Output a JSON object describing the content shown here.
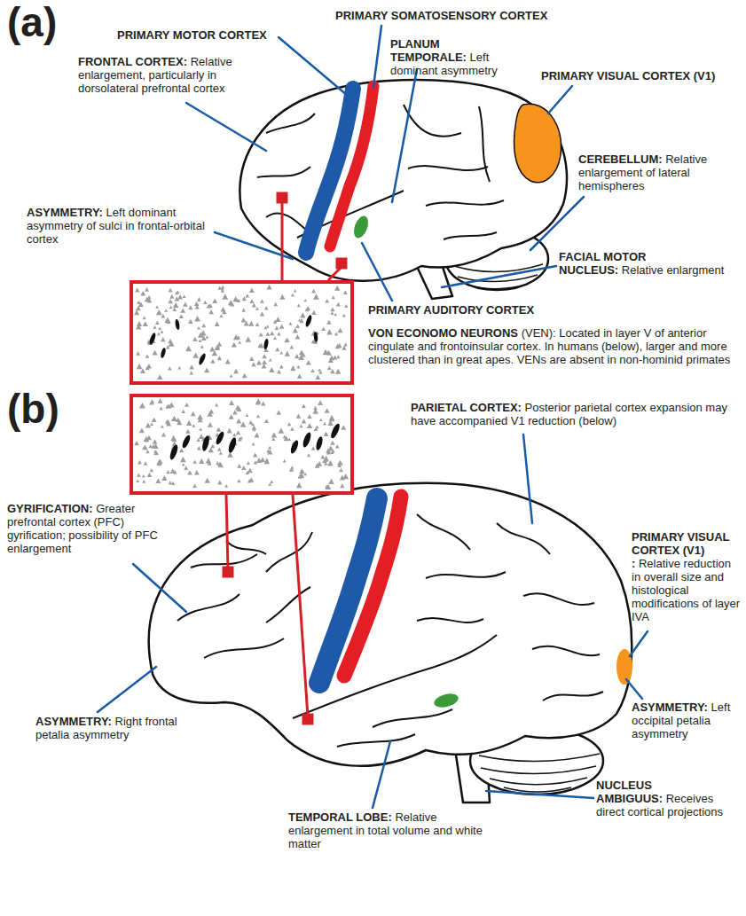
{
  "diagram": {
    "labels": [
      "(a)",
      "PRIMARY MOTOR CORTEX",
      "PRIMARY SOMATOSENSORY CORTEX",
      "FRONTAL CORTEX:",
      "Relative enlargement, particularly in dorsolateral prefrontal cortex",
      "PLANUM TEMPORALE:",
      "Left dominant asymmetry",
      "PRIMARY VISUAL CORTEX (V1)",
      "CEREBELLUM:",
      "Relative enlargement of lateral hemispheres",
      "ASYMMETRY:",
      "Left dominant asymmetry of sulci in frontal-orbital cortex",
      "FACIAL MOTOR NUCLEUS:",
      "Relative enlargment",
      "PRIMARY AUDITORY CORTEX",
      "VON ECONOMO NEURONS",
      "(VEN): Located in layer V of anterior cingulate and frontoinsular cortex. In humans (below), larger and more clustered than in great apes. VENs are absent in non-hominid primates",
      "(b)",
      "PARIETAL CORTEX:",
      "Posterior parietal cortex expansion may have accompanied V1 reduction (below)",
      "GYRIFICATION:",
      "Greater prefrontal cortex (PFC) gyrification; possibility of PFC enlargement",
      "PRIMARY VISUAL CORTEX (V1) :",
      "Relative reduction in overall size and histological modifications of layer IVA",
      "ASYMMETRY:",
      "Left occipital petalia asymmetry",
      "ASYMMETRY:",
      "Right frontal petalia asymmetry",
      "NUCLEUS AMBIGUUS:",
      "Receives direct cortical projections",
      "TEMPORAL LOBE:",
      "Relative enlargement in total volume and white matter"
    ]
  }
}
